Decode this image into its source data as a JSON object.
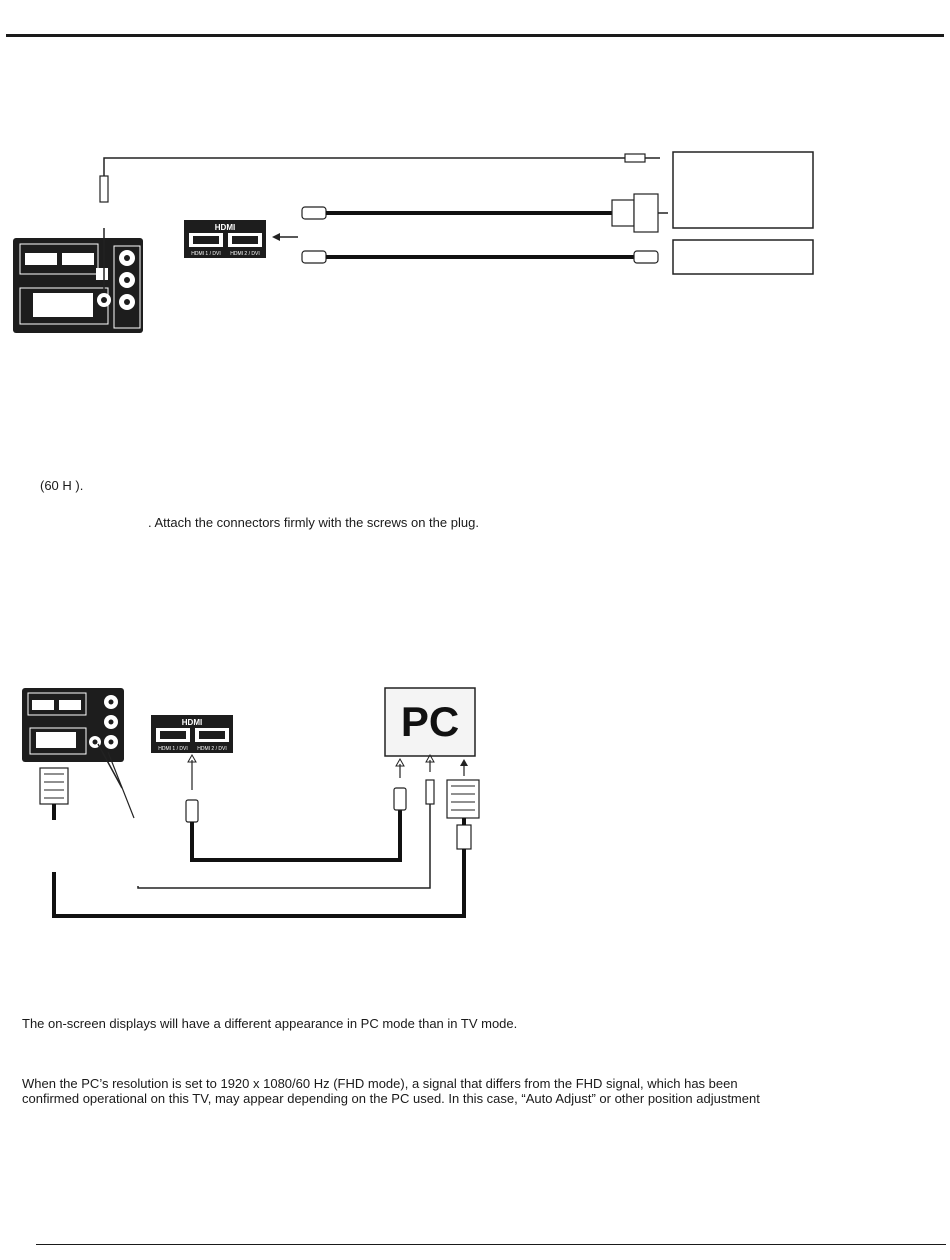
{
  "notes": {
    "refresh_fragment": "(60 H   ).",
    "screws_note": ". Attach the connectors firmly with the screws on the plug.",
    "osd_note": "The on-screen displays will have a different appearance in PC mode than in TV mode.",
    "fhd_note_line1": "When the PC’s resolution is set to 1920 x 1080/60 Hz (FHD mode), a signal that differs from the FHD signal, which has been",
    "fhd_note_line2": "confirmed operational on this TV, may appear depending on the PC used. In this case, “Auto Adjust” or other position adjustment"
  },
  "diagram_top": {
    "hdmi_panel_logo": "HDMI",
    "port1_label": "HDMI 1 / DVI",
    "port2_label": "HDMI 2 / DVI"
  },
  "diagram_bottom": {
    "pc_label": "PC",
    "hdmi_panel_logo": "HDMI",
    "port1_label": "HDMI 1 / DVI",
    "port2_label": "HDMI 2 / DVI"
  }
}
